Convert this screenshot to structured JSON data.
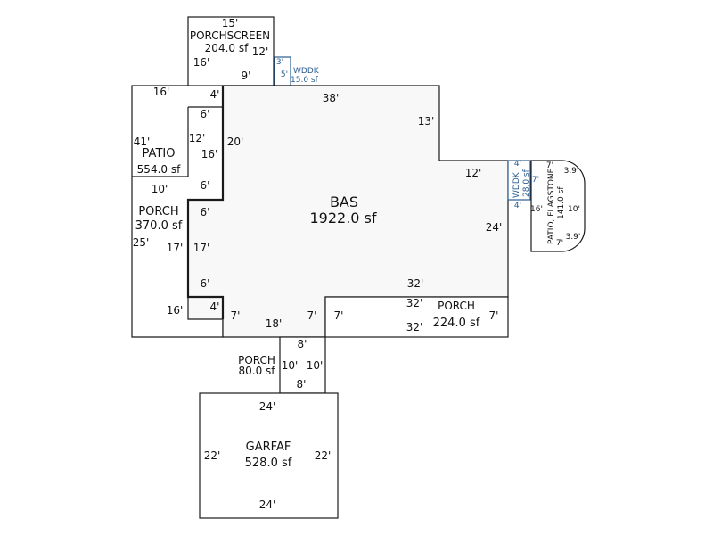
{
  "colors": {
    "line": "#1a1a1a",
    "wddk": "#2a5d8f",
    "bas_fill": "#f8f8f8"
  },
  "areas": {
    "bas": {
      "name": "BAS",
      "area": "1922.0 sf"
    },
    "porchscreen": {
      "name": "PORCHSCREEN",
      "area": "204.0 sf"
    },
    "wddk_top": {
      "name": "WDDK",
      "area": "15.0 sf"
    },
    "patio_left": {
      "name": "PATIO",
      "area": "554.0 sf"
    },
    "porch_left": {
      "name": "PORCH",
      "area": "370.0 sf"
    },
    "porch_right": {
      "name": "PORCH",
      "area": "224.0 sf"
    },
    "porch_small": {
      "name": "PORCH",
      "area": "80.0 sf"
    },
    "wddk_right": {
      "name": "WDDK",
      "area": "28.0 sf"
    },
    "patio_flag": {
      "name": "PATIO, FLAGSTONE",
      "area": "141.0 sf"
    },
    "garfaf": {
      "name": "GARFAF",
      "area": "528.0 sf"
    }
  },
  "dims": {
    "ps_top": "15'",
    "ps_right": "12'",
    "ps_left": "16'",
    "ps_bottom": "9'",
    "wddk_t3": "3'",
    "wddk_t5": "5'",
    "bas_top": "38'",
    "bas_13": "13'",
    "bas_12": "12'",
    "bas_24": "24'",
    "bas_32": "32'",
    "bas_20": "20'",
    "pl_16top": "16'",
    "pl_4top": "4'",
    "pl_41": "41'",
    "pl_6a": "6'",
    "pl_12": "12'",
    "pl_16in": "16'",
    "pl_10": "10'",
    "pl_6b": "6'",
    "pl_6c": "6'",
    "pl_25": "25'",
    "pl_17a": "17'",
    "pl_17b": "17'",
    "pl_6d": "6'",
    "pl_16bot": "16'",
    "pl_4bot": "4'",
    "b_7a": "7'",
    "b_18": "18'",
    "b_7b": "7'",
    "b_7c": "7'",
    "pr_32": "32'",
    "pr_7": "7'",
    "pr_32b": "32'",
    "wr_4top": "4'",
    "wr_7": "7'",
    "wr_4bot": "4'",
    "pf_7top": "7'",
    "pf_39top": "3.9'",
    "pf_16": "16'",
    "pf_10": "10'",
    "pf_39bot": "3.9'",
    "pf_7bot": "7'",
    "psm_8top": "8'",
    "psm_10l": "10'",
    "psm_10r": "10'",
    "psm_8bot": "8'",
    "g_24top": "24'",
    "g_22l": "22'",
    "g_22r": "22'",
    "g_24bot": "24'"
  }
}
